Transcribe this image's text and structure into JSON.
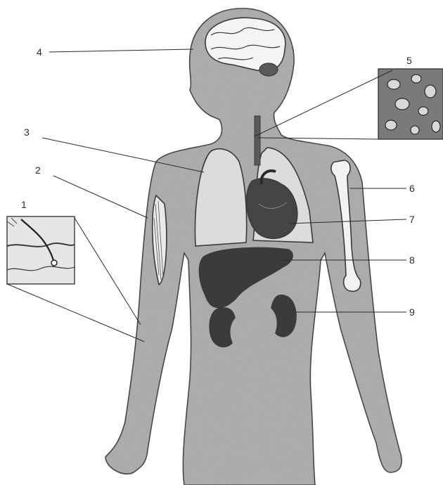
{
  "labels": [
    "1",
    "2",
    "3",
    "4",
    "5",
    "6",
    "7",
    "8",
    "9"
  ],
  "colors": {
    "body_fill": "#a8a8a8",
    "organ_dark": "#3b3b3b",
    "lung_fill": "#dcdcdc",
    "bone_fill": "#f2f2f2",
    "outline": "#3a3a3a"
  },
  "structures": [
    "brain",
    "blood-cells-inset",
    "lungs",
    "heart",
    "liver",
    "kidneys",
    "humerus-bone",
    "arm-muscle",
    "skin-inset"
  ]
}
